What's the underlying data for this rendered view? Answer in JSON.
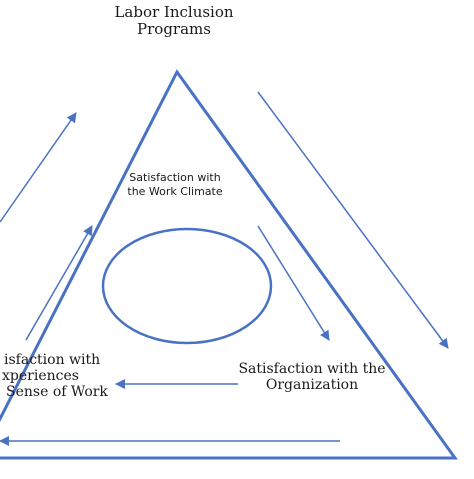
{
  "diagram": {
    "title_lines": [
      "Labor Inclusion",
      "Programs"
    ],
    "inner_label_lines": [
      "Satisfaction with",
      "the Work Climate"
    ],
    "right_label_lines": [
      "Satisfaction with the",
      "Organization"
    ],
    "left_label_lines": [
      "isfaction with",
      "xperiences",
      "Sense of Work"
    ],
    "stroke_color": "#4a72c4",
    "text_color": "#1a1a1a",
    "background": "#ffffff"
  }
}
